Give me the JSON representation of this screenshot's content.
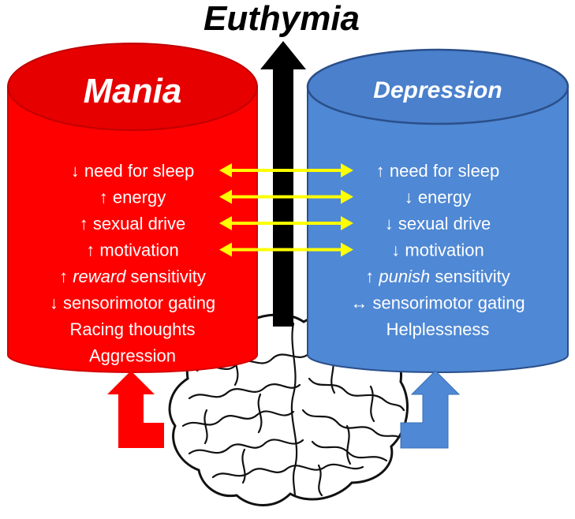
{
  "diagram": {
    "top_label": "Euthymia",
    "colors": {
      "mania_fill": "#ff0000",
      "mania_top": "#e60000",
      "depression_fill": "#4f88d4",
      "depression_top": "#4a80cc",
      "depression_outline": "#2a4f8a",
      "connector_arrows": "#ffff00",
      "central_arrow": "#000000",
      "text": "#ffffff"
    },
    "mania": {
      "title": "Mania",
      "items": [
        {
          "arrow": "↓",
          "pre": "",
          "em": "",
          "post": "need for sleep"
        },
        {
          "arrow": "↑",
          "pre": "",
          "em": "",
          "post": "energy"
        },
        {
          "arrow": "↑",
          "pre": "",
          "em": "",
          "post": "sexual drive"
        },
        {
          "arrow": "↑",
          "pre": "",
          "em": "",
          "post": "motivation"
        },
        {
          "arrow": "↑",
          "pre": "",
          "em": "reward",
          "post": " sensitivity"
        },
        {
          "arrow": "↓",
          "pre": "",
          "em": "",
          "post": "sensorimotor gating"
        },
        {
          "arrow": "",
          "pre": "",
          "em": "",
          "post": "Racing thoughts"
        },
        {
          "arrow": "",
          "pre": "",
          "em": "",
          "post": "Aggression"
        }
      ]
    },
    "depression": {
      "title": "Depression",
      "items": [
        {
          "arrow": "↑",
          "pre": "",
          "em": "",
          "post": "need for sleep"
        },
        {
          "arrow": "↓",
          "pre": "",
          "em": "",
          "post": "energy"
        },
        {
          "arrow": "↓",
          "pre": "",
          "em": "",
          "post": "sexual drive"
        },
        {
          "arrow": "↓",
          "pre": "",
          "em": "",
          "post": "motivation"
        },
        {
          "arrow": "↑",
          "pre": "",
          "em": "punish",
          "post": " sensitivity"
        },
        {
          "arrow": "↔",
          "pre": "",
          "em": "",
          "post": "sensorimotor gating"
        },
        {
          "arrow": "",
          "pre": "",
          "em": "",
          "post": "Helplessness"
        }
      ]
    },
    "paired_items": 4
  }
}
